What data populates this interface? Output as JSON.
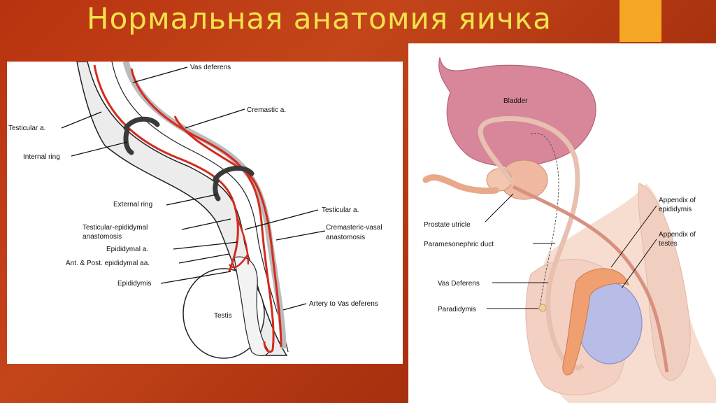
{
  "slide": {
    "title": "Нормальная анатомия яичка"
  },
  "left_diagram": {
    "labels": {
      "vas_deferens": "Vas deferens",
      "testicular_a_left": "Testicular a.",
      "cremastic_a": "Cremastic a.",
      "internal_ring": "Internal ring",
      "external_ring": "External ring",
      "testicular_a_right": "Testicular a.",
      "testicular_epididymal_1": "Testicular-epididymal",
      "testicular_epididymal_2": "anastomosis",
      "cremasteric_vasal_1": "Cremasteric-vasal",
      "cremasteric_vasal_2": "anastomosis",
      "epididymal_a": "Epididymal a.",
      "ant_post_epididymal": "Ant. & Post. epididymal aa.",
      "epididymis": "Epididymis",
      "testis": "Testis",
      "artery_to_vas": "Artery to Vas deferens"
    }
  },
  "right_diagram": {
    "labels": {
      "bladder": "Bladder",
      "prostate_utricle": "Prostate utricle",
      "paramesonephric_duct": "Paramesonephric duct",
      "vas_deferens": "Vas Deferens",
      "paradidymis": "Paradidymis",
      "appendix_epididymis_1": "Appendix of",
      "appendix_epididymis_2": "epididymis",
      "appendix_testes_1": "Appendix of",
      "appendix_testes_2": "testes"
    }
  },
  "colors": {
    "background": "#b8330f",
    "title": "#f2e24a",
    "accent": "#f5a623",
    "artery": "#d42a1e",
    "ring": "#3a3a3a",
    "bladder": "#d8879b",
    "skin": "#f6ddd0",
    "testis_right": "#b8bde8",
    "epididymis_right": "#f0a070"
  }
}
